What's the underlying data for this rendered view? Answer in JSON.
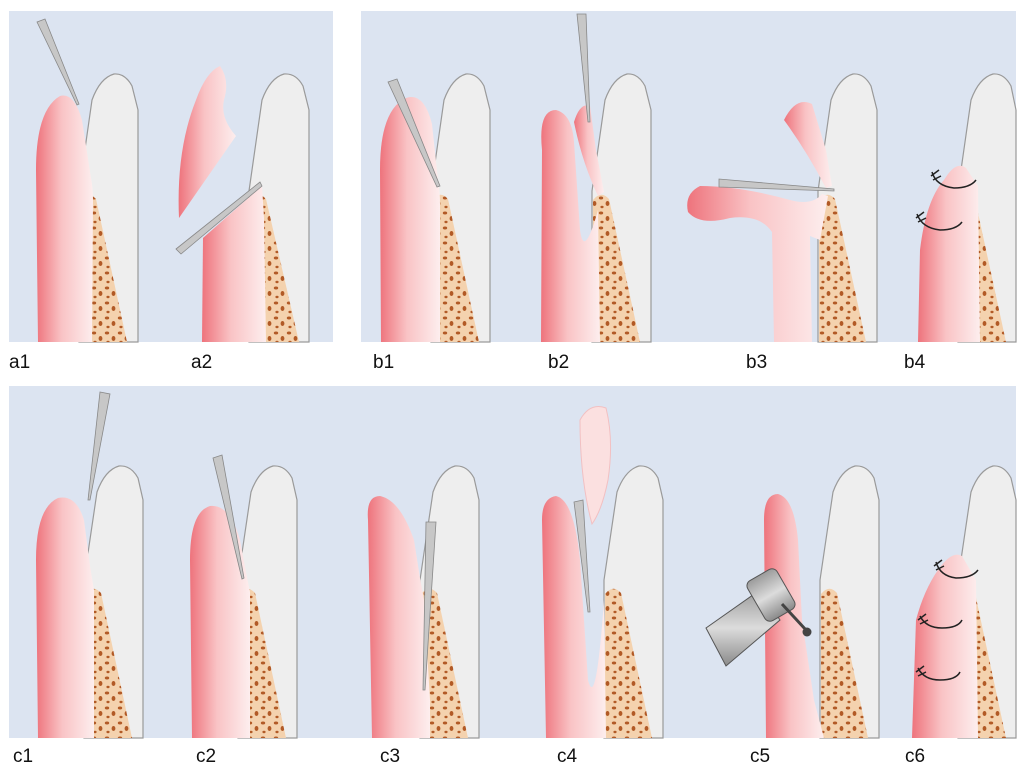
{
  "labels": {
    "a1": "a1",
    "a2": "a2",
    "b1": "b1",
    "b2": "b2",
    "b3": "b3",
    "b4": "b4",
    "c1": "c1",
    "c2": "c2",
    "c3": "c3",
    "c4": "c4",
    "c5": "c5",
    "c6": "c6"
  },
  "colors": {
    "background": "#dce4f1",
    "tooth": "#eeeeee",
    "enamel": "#e2e2e2",
    "bone": "#f4d2ae",
    "bone_pores": "#b25a26",
    "gingiva_edge": "#ec6f78",
    "gingiva_body": "#fde7e7",
    "instrument": "#c7c7c7",
    "suture": "#222222",
    "handpiece": "#6f6f6f"
  },
  "icons": [
    "scalpel-icon",
    "suture-icon",
    "handpiece-icon"
  ]
}
